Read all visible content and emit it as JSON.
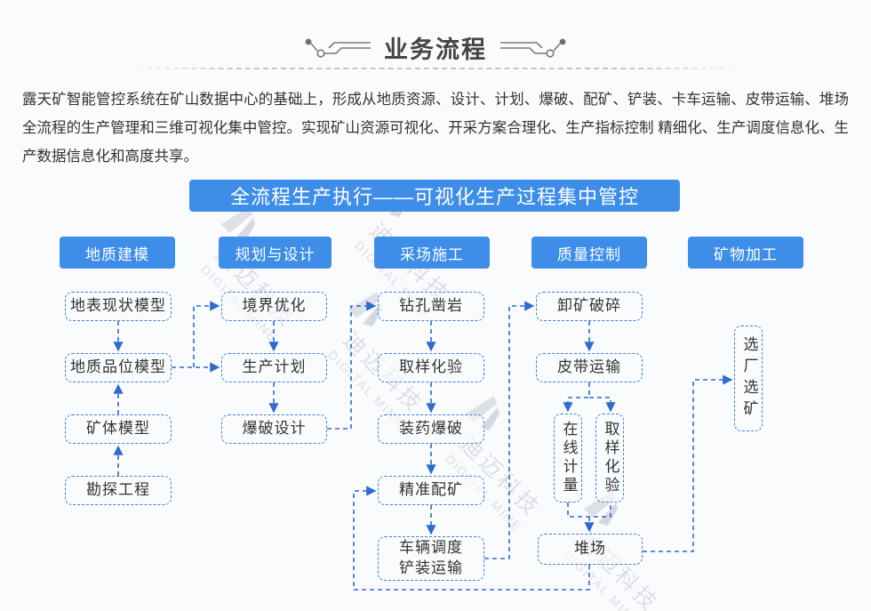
{
  "header": {
    "title": "业务流程"
  },
  "intro": {
    "text": "露天矿智能管控系统在矿山数据中心的基础上，形成从地质资源、设计、计划、爆破、配矿、铲装、卡车运输、皮带运输、堆场全流程的生产管理和三维可视化集中管控。实现矿山资源可视化、开采方案合理化、生产指标控制 精细化、生产调度信息化、生产数据信息化和高度共享。"
  },
  "banner": {
    "label": "全流程生产执行——可视化生产过程集中管控"
  },
  "phases": [
    {
      "label": "地质建模"
    },
    {
      "label": "规划与设计"
    },
    {
      "label": "采场施工"
    },
    {
      "label": "质量控制"
    },
    {
      "label": "矿物加工"
    }
  ],
  "nodes": {
    "surface_model": "地表现状模型",
    "grade_model": "地质品位模型",
    "orebody_model": "矿体模型",
    "exploration": "勘探工程",
    "boundary_opt": "境界优化",
    "production_plan": "生产计划",
    "blast_design": "爆破设计",
    "drilling": "钻孔凿岩",
    "sampling_assay": "取样化验",
    "charging_blasting": "装药爆破",
    "precise_blending": "精准配矿",
    "truck_dispatch_line1": "车辆调度",
    "truck_dispatch_line2": "铲装运输",
    "unloading_crushing": "卸矿破碎",
    "belt_transport": "皮带运输",
    "online_metering": "在线计量",
    "sampling_assay_2": "取样化验",
    "stockyard": "堆场",
    "plant_selection": "选厂选矿"
  },
  "watermark": {
    "cn": "迪迈科技",
    "en": "DIGITAL MINE"
  },
  "colors": {
    "accent_blue": "#3e8ee9",
    "box_border_blue": "#4181d6",
    "connector_blue": "#2e6bcd",
    "text_dark": "#333333",
    "watermark_gray": "#c3c8d2"
  }
}
